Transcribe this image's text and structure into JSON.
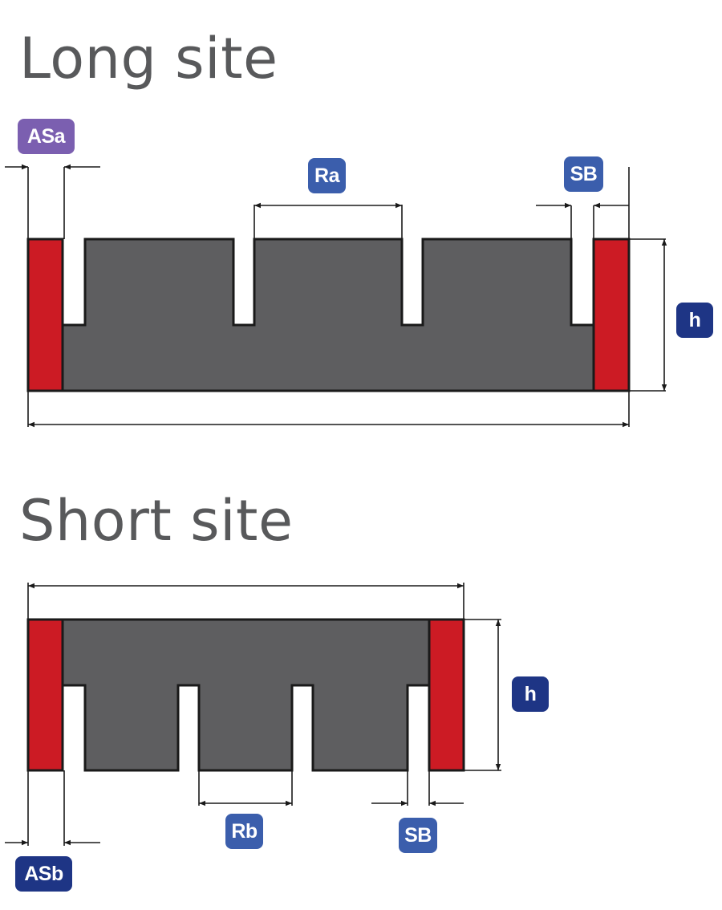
{
  "titles": {
    "long": "Long site",
    "short": "Short site"
  },
  "labels": {
    "long_end_width": "ASa",
    "long_pitch": "Ra",
    "long_slot_width": "SB",
    "long_height": "h",
    "short_pitch": "Rb",
    "short_slot_width": "SB",
    "short_height": "h",
    "short_end_width": "ASb"
  },
  "colors": {
    "body": "#5e5e60",
    "end_caps": "#cc1b24",
    "dimension_lines": "#1a1a1a",
    "title_text": "#58595b",
    "badge_purple": "#7b5fb0",
    "badge_blue": "#3b5eac",
    "badge_navy": "#1e3585"
  }
}
